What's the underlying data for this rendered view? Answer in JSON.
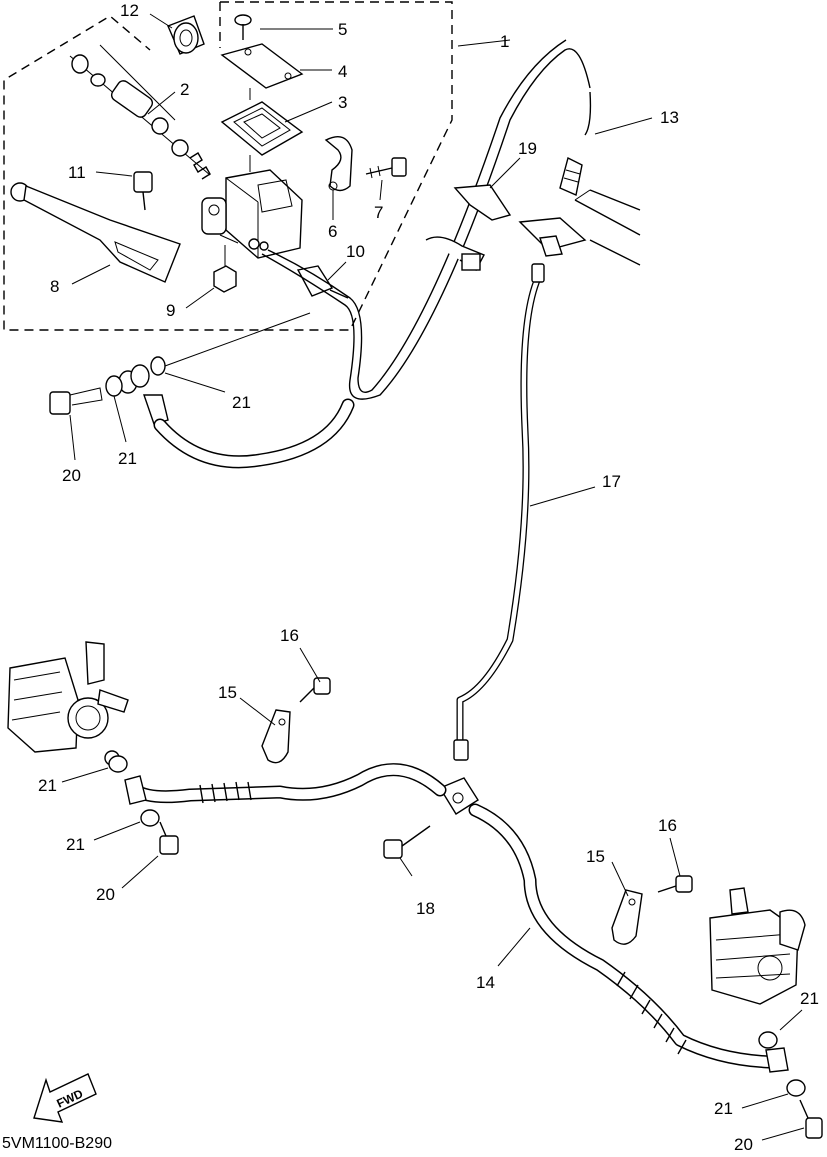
{
  "diagram": {
    "code": "5VM1100-B290",
    "fwd_label": "FWD",
    "callouts": {
      "c1": "1",
      "c2": "2",
      "c3": "3",
      "c4": "4",
      "c5": "5",
      "c6": "6",
      "c7": "7",
      "c8": "8",
      "c9": "9",
      "c10": "10",
      "c11": "11",
      "c12": "12",
      "c13": "13",
      "c14": "14",
      "c15a": "15",
      "c15b": "15",
      "c16a": "16",
      "c16b": "16",
      "c17": "17",
      "c18": "18",
      "c19": "19",
      "c20a": "20",
      "c20b": "20",
      "c20c": "20",
      "c21a": "21",
      "c21b": "21",
      "c21c": "21",
      "c21d": "21",
      "c21e": "21",
      "c21f": "21"
    }
  }
}
